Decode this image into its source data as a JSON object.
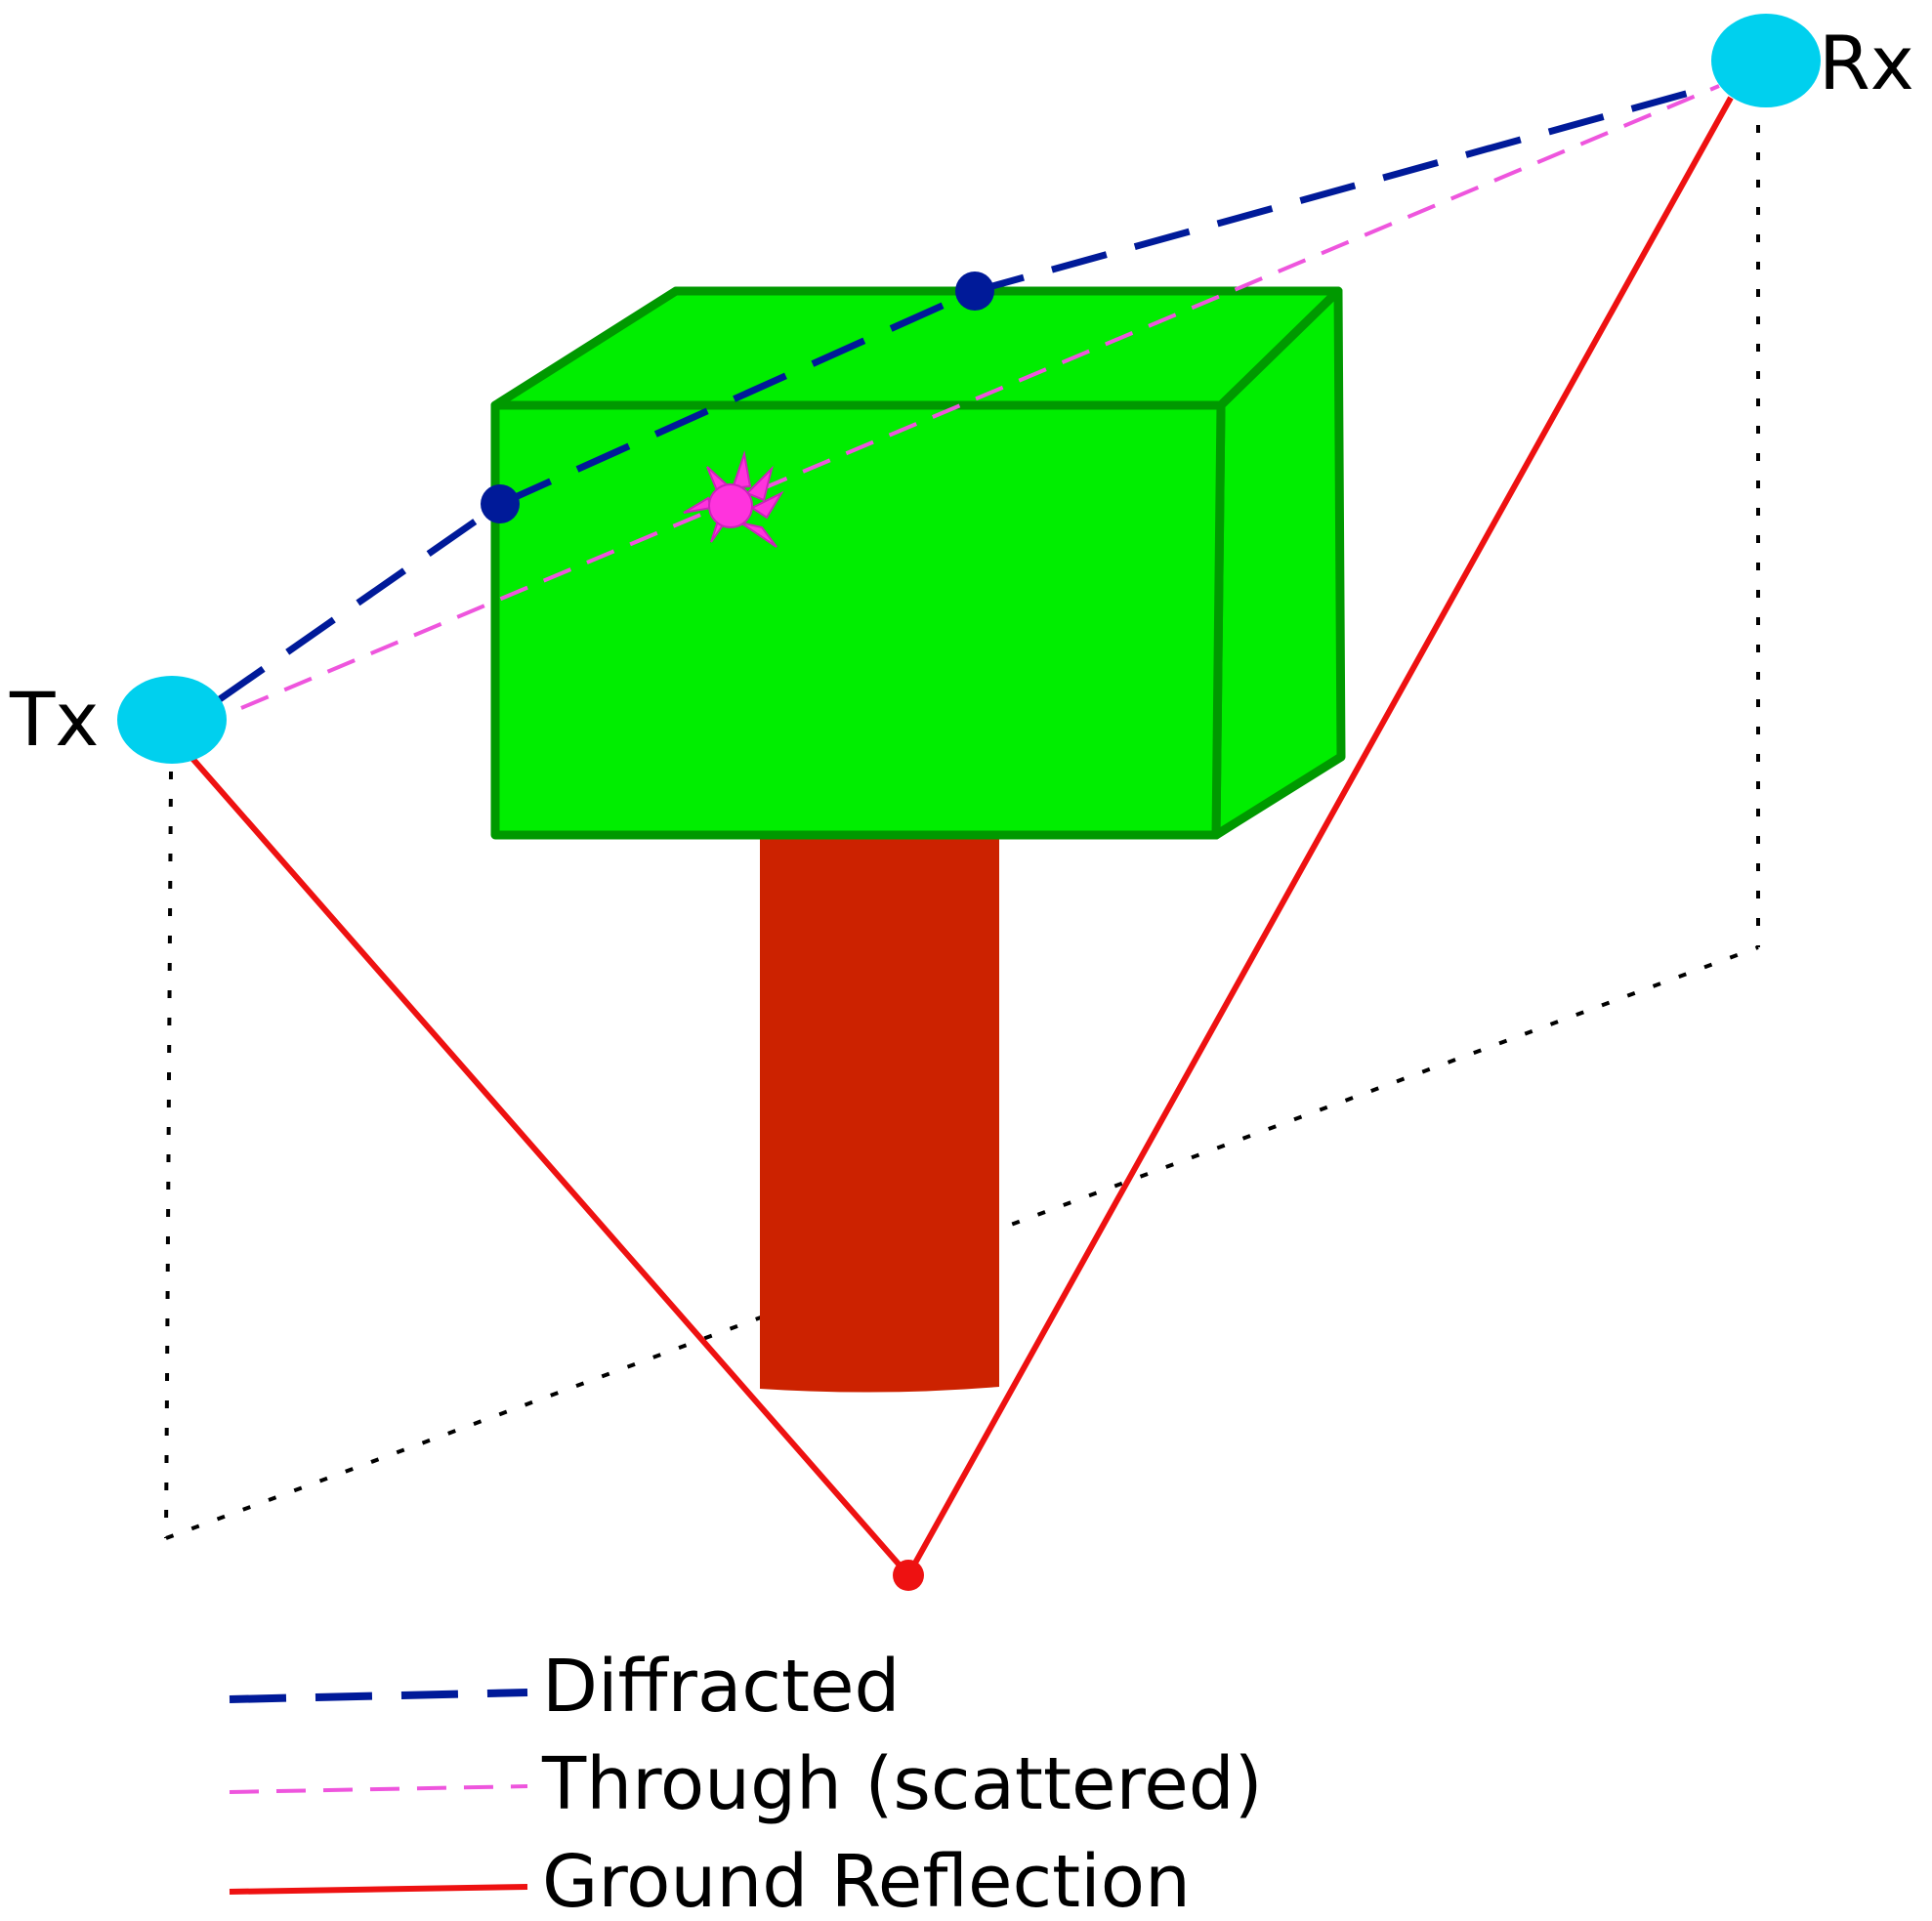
{
  "nodes": {
    "tx": {
      "label": "Tx"
    },
    "rx": {
      "label": "Rx"
    }
  },
  "legend": {
    "diffracted": "Diffracted",
    "through": "Through (scattered)",
    "ground_reflection": "Ground Reflection"
  },
  "colors": {
    "antenna": "#00d0ee",
    "canopy": "#00ee00",
    "canopy_edge": "#009900",
    "trunk": "#cc2200",
    "diffracted_path": "#001a99",
    "through_path": "#ee55dd",
    "ground_reflection_path": "#ee1111",
    "ground_plane": "#000000",
    "scatter_point": "#ff33dd"
  }
}
